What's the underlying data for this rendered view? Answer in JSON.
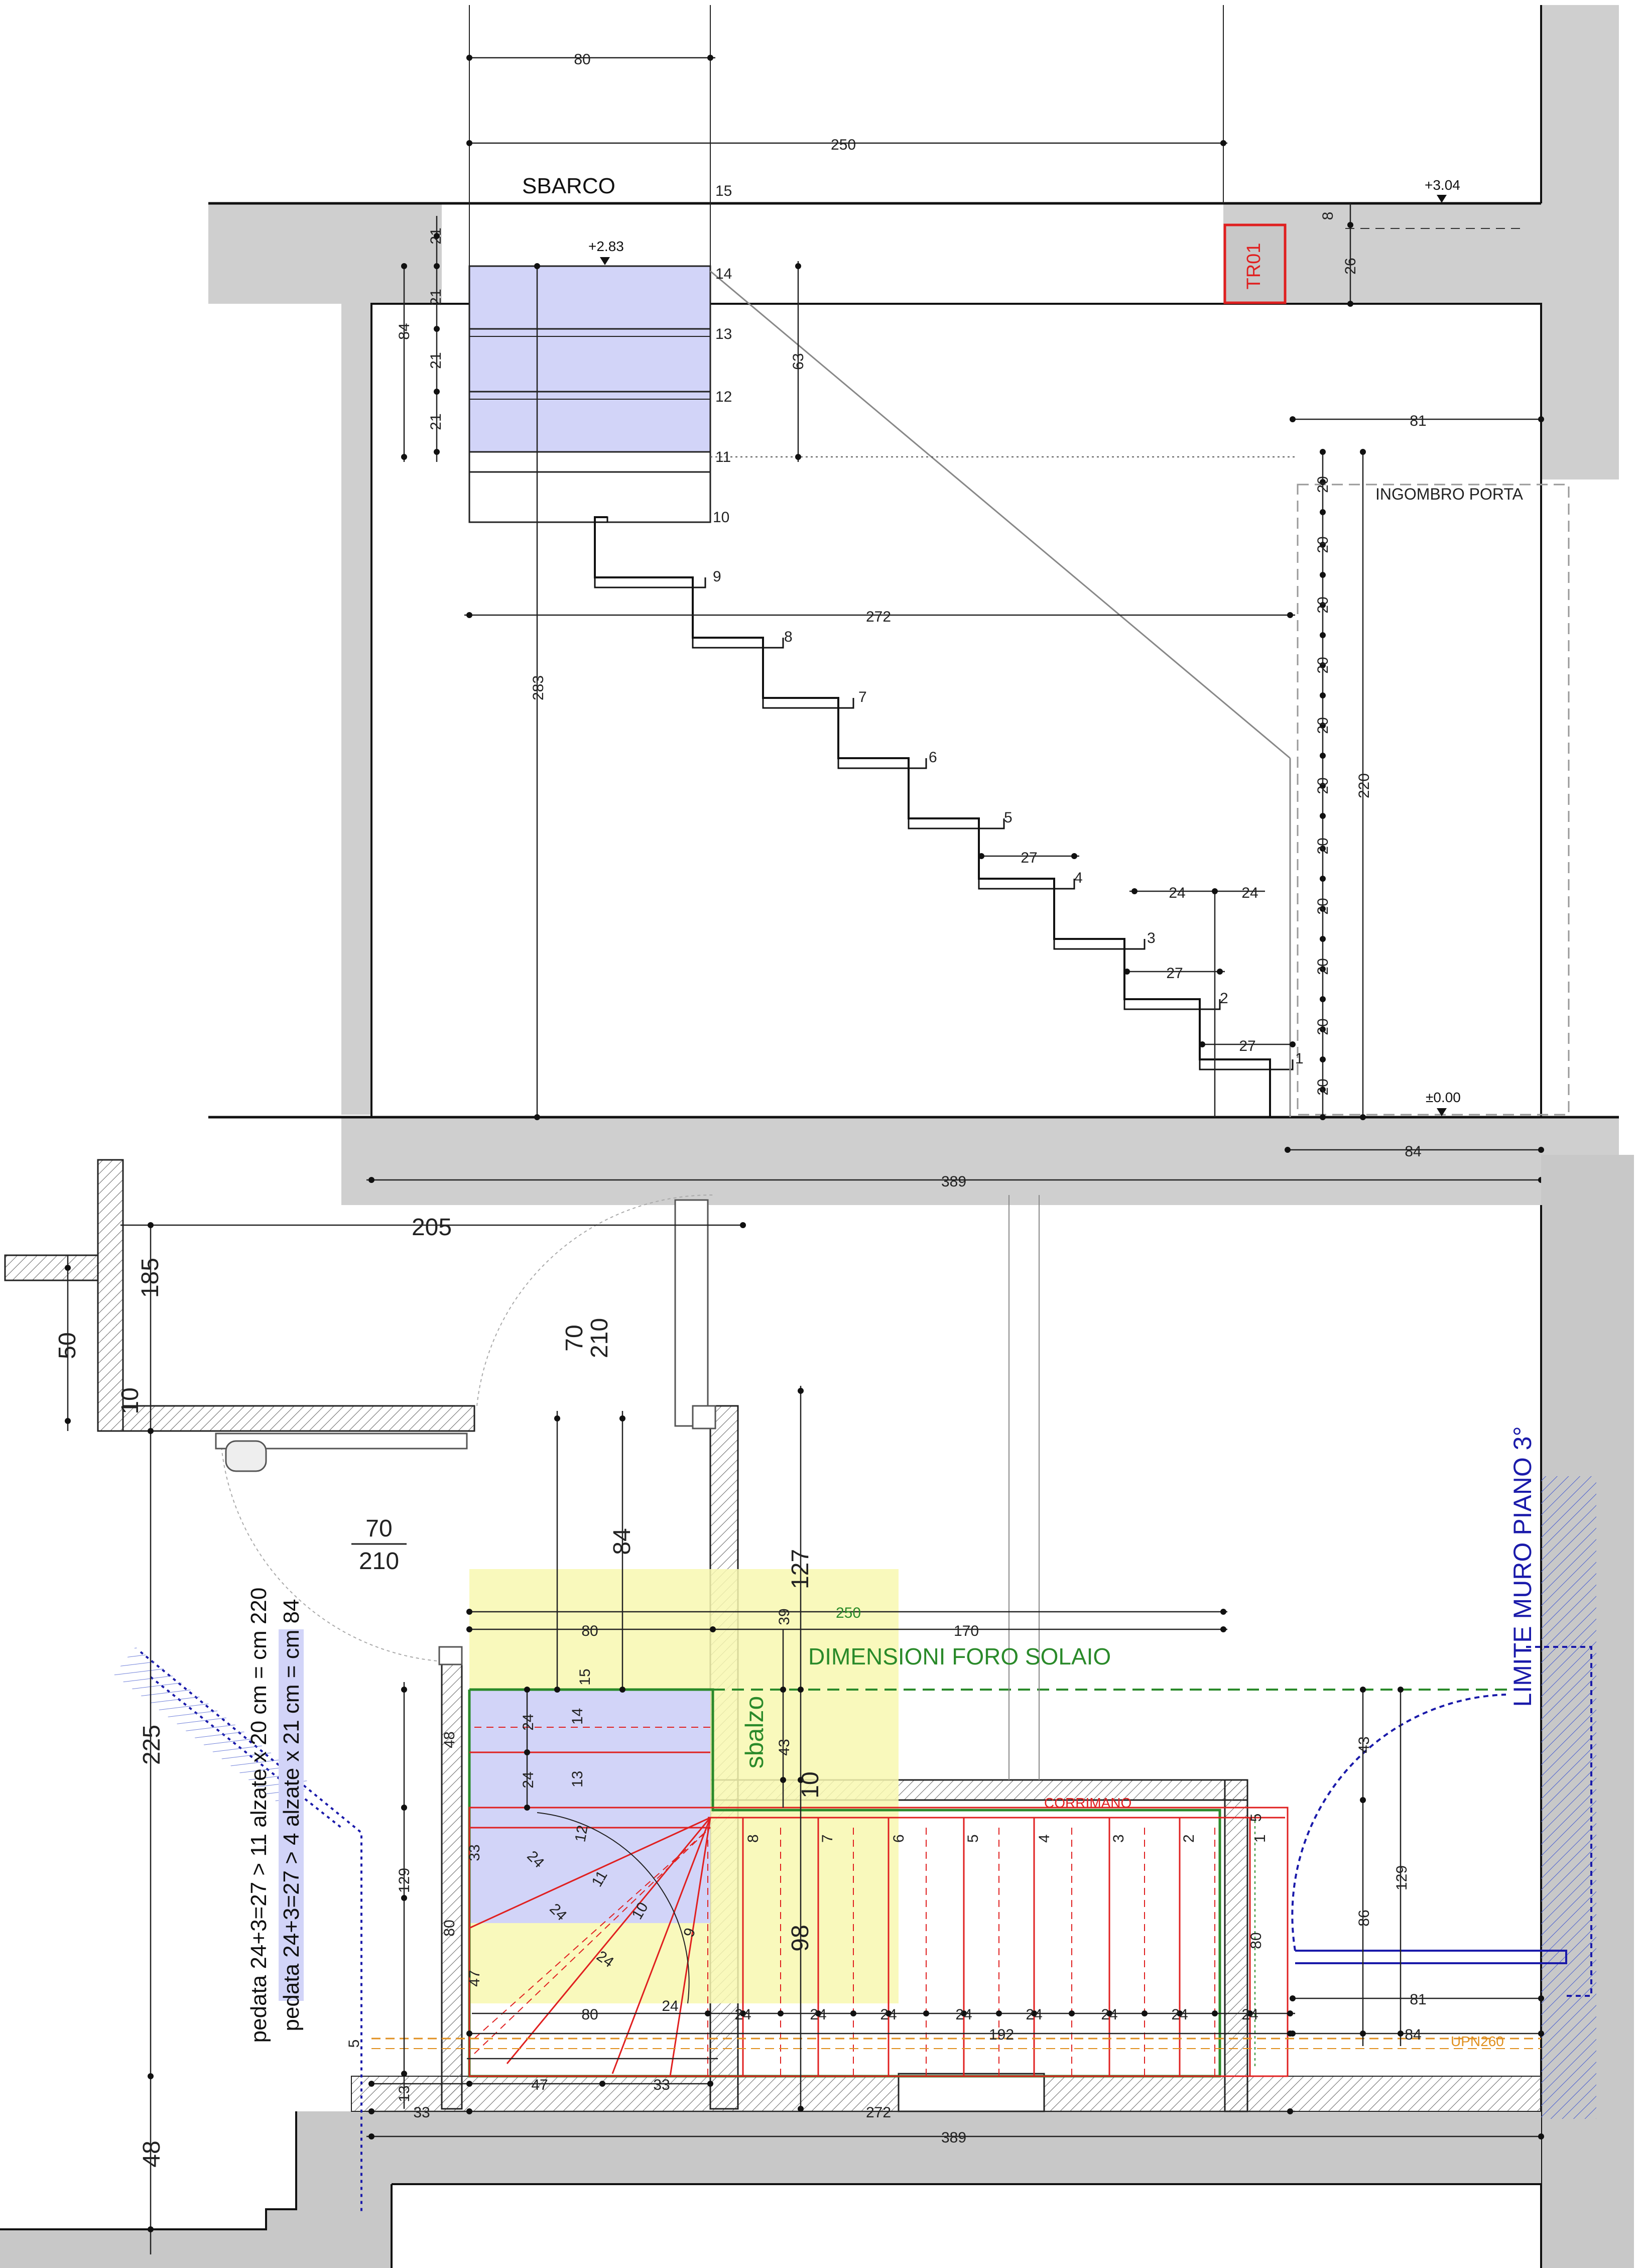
{
  "section": {
    "labels": {
      "landing": "SBARCO",
      "door_envelope": "INGOMBRO PORTA",
      "tag": "TR01",
      "level_top_floor": "+3.04",
      "level_landing": "+2.83",
      "level_ground": "±0.00"
    },
    "step_numbers": [
      "1",
      "2",
      "3",
      "4",
      "5",
      "6",
      "7",
      "8",
      "9",
      "10",
      "11",
      "12",
      "13",
      "14",
      "15"
    ],
    "dims": {
      "d80": "80",
      "d250": "250",
      "d21": "21",
      "d84": "84",
      "d63": "63",
      "d8": "8",
      "d26": "26",
      "d81": "81",
      "d272": "272",
      "d283": "283",
      "d220": "220",
      "d27": "27",
      "d24": "24",
      "d20": "20",
      "d389": "389"
    }
  },
  "plan": {
    "labels": {
      "hole": "DIMENSIONI FORO SOLAIO",
      "sbalzo": "sbalzo",
      "corrimano": "CORRIMANO",
      "upn": "UPN260",
      "limit": "LIMITE MURO PIANO 3°",
      "note1": "pedata 24+3=27 > 11 alzate x 20 cm = cm 220",
      "note2": "pedata 24+3=27 > 4 alzate x 21 cm = cm 84",
      "door_a": "70",
      "door_b": "210"
    },
    "dims": {
      "d205": "205",
      "d185": "185",
      "d50": "50",
      "d10": "10",
      "d225": "225",
      "d48": "48",
      "d84": "84",
      "d127": "127",
      "d250": "250",
      "d80": "80",
      "d39": "39",
      "d170": "170",
      "d43": "43",
      "d98": "98",
      "d24": "24",
      "d33": "33",
      "d47": "47",
      "d129": "129",
      "d192": "192",
      "d81": "81",
      "d86": "86",
      "d5": "5",
      "d13": "13",
      "d272": "272",
      "d389": "389",
      "d15": "15"
    },
    "plan_step_numbers": [
      "1",
      "2",
      "3",
      "4",
      "5",
      "6",
      "7",
      "8",
      "9",
      "10",
      "11",
      "12",
      "13",
      "14",
      "15"
    ]
  },
  "colors": {
    "wall": "#c8c8c8",
    "treads": "#d2d4f8",
    "hole_highlight": "#f8f8b0",
    "dim_green": "#2a8a2a",
    "red": "#e02020",
    "blue": "#1a1aaa",
    "orange": "#e09020"
  }
}
